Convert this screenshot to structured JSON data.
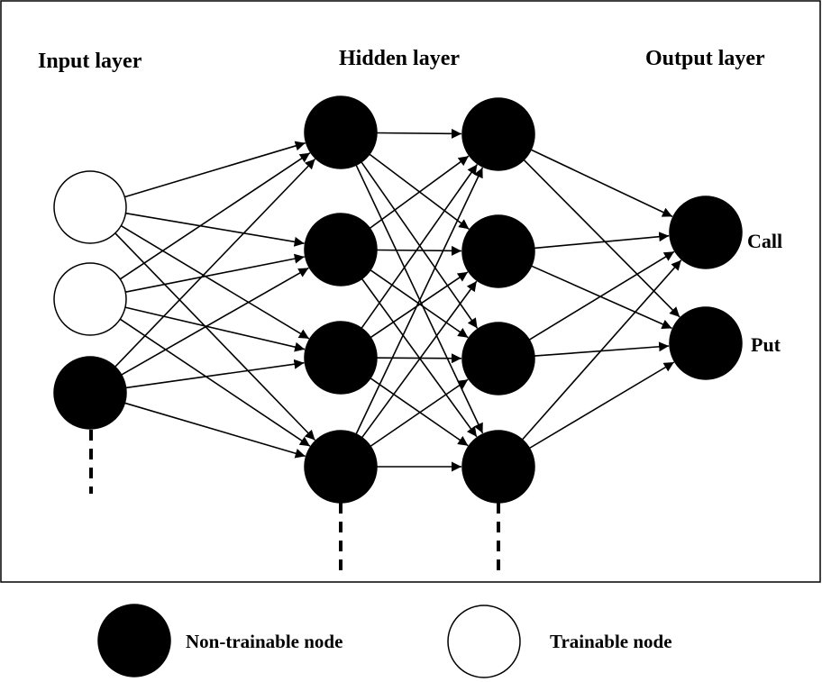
{
  "layers": {
    "input_title": "Input layer",
    "hidden_title": "Hidden layer",
    "output_title": "Output layer"
  },
  "nodes": {
    "input": [
      "trainable",
      "trainable",
      "non-trainable"
    ],
    "hidden1": [
      "non-trainable",
      "non-trainable",
      "non-trainable",
      "non-trainable"
    ],
    "hidden2": [
      "non-trainable",
      "non-trainable",
      "non-trainable",
      "non-trainable"
    ],
    "output": [
      "non-trainable",
      "non-trainable"
    ]
  },
  "output_labels": [
    "Call",
    "Put"
  ],
  "legend": {
    "non_trainable": "Non-trainable node",
    "trainable": "Trainable node"
  },
  "colors": {
    "non_trainable_fill": "#000000",
    "trainable_fill": "#ffffff",
    "stroke": "#000000"
  }
}
